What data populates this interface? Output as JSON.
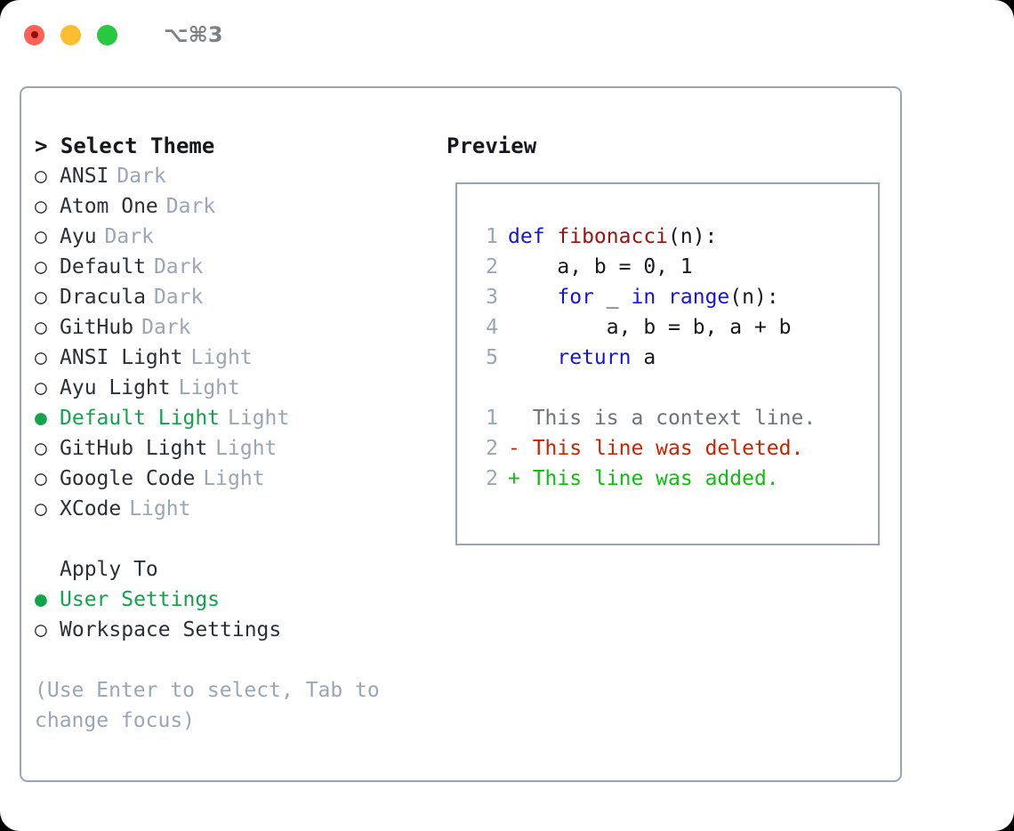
{
  "titlebar": {
    "shortcut": "⌥⌘3",
    "buttons": [
      {
        "name": "close",
        "color": "#fc6158"
      },
      {
        "name": "minimize",
        "color": "#fcbd2e"
      },
      {
        "name": "maximize",
        "color": "#28c840"
      }
    ]
  },
  "colors": {
    "window_border": "#9aa4b5",
    "accent_green": "#12a34b",
    "tag_gray": "#9aa5b5",
    "keyword_blue": "#1414e0",
    "function_red": "#9e1111",
    "diff_deleted": "#cc2200",
    "diff_added": "#0cc00c",
    "diff_context": "#6f7378",
    "text": "#2b2f36"
  },
  "theme_panel": {
    "header": "> Select Theme",
    "markers": {
      "selected": "●",
      "unselected": "○",
      "blank": " "
    },
    "items": [
      {
        "marker": "○",
        "label": "ANSI",
        "tag": "Dark",
        "selected": false
      },
      {
        "marker": "○",
        "label": "Atom One",
        "tag": "Dark",
        "selected": false
      },
      {
        "marker": "○",
        "label": "Ayu",
        "tag": "Dark",
        "selected": false
      },
      {
        "marker": "○",
        "label": "Default",
        "tag": "Dark",
        "selected": false
      },
      {
        "marker": "○",
        "label": "Dracula",
        "tag": "Dark",
        "selected": false
      },
      {
        "marker": "○",
        "label": "GitHub",
        "tag": "Dark",
        "selected": false
      },
      {
        "marker": "○",
        "label": "ANSI Light",
        "tag": "Light",
        "selected": false
      },
      {
        "marker": "○",
        "label": "Ayu Light",
        "tag": "Light",
        "selected": false
      },
      {
        "marker": "●",
        "label": "Default Light",
        "tag": "Light",
        "selected": true
      },
      {
        "marker": "○",
        "label": "GitHub Light",
        "tag": "Light",
        "selected": false
      },
      {
        "marker": "○",
        "label": "Google Code",
        "tag": "Light",
        "selected": false
      },
      {
        "marker": "○",
        "label": "XCode",
        "tag": "Light",
        "selected": false
      }
    ]
  },
  "apply_to": {
    "header": "Apply To",
    "options": [
      {
        "marker": "●",
        "label": "User Settings",
        "selected": true
      },
      {
        "marker": "○",
        "label": "Workspace Settings",
        "selected": false
      }
    ]
  },
  "hint": "(Use Enter to select, Tab to change focus)",
  "preview": {
    "header": "Preview",
    "code_lines": [
      {
        "lineno": "1",
        "tokens": [
          {
            "text": "def ",
            "kind": "kw"
          },
          {
            "text": "fibonacci",
            "kind": "fn"
          },
          {
            "text": "(n):",
            "kind": "plain"
          }
        ]
      },
      {
        "lineno": "2",
        "tokens": [
          {
            "text": "    a, b = 0, 1",
            "kind": "plain"
          }
        ]
      },
      {
        "lineno": "3",
        "tokens": [
          {
            "text": "    ",
            "kind": "plain"
          },
          {
            "text": "for",
            "kind": "kw"
          },
          {
            "text": " _ ",
            "kind": "plain"
          },
          {
            "text": "in",
            "kind": "kw"
          },
          {
            "text": " ",
            "kind": "plain"
          },
          {
            "text": "range",
            "kind": "kw"
          },
          {
            "text": "(n):",
            "kind": "plain"
          }
        ]
      },
      {
        "lineno": "4",
        "tokens": [
          {
            "text": "        a, b = b, a + b",
            "kind": "plain"
          }
        ]
      },
      {
        "lineno": "5",
        "tokens": [
          {
            "text": "    ",
            "kind": "plain"
          },
          {
            "text": "return",
            "kind": "kw"
          },
          {
            "text": " a",
            "kind": "plain"
          }
        ]
      }
    ],
    "diff_lines": [
      {
        "lineno": "1",
        "sign": "  ",
        "text": "This is a context line.",
        "kind": "context"
      },
      {
        "lineno": "2",
        "sign": "- ",
        "text": "This line was deleted.",
        "kind": "deleted"
      },
      {
        "lineno": "2",
        "sign": "+ ",
        "text": "This line was added.",
        "kind": "added"
      }
    ]
  }
}
